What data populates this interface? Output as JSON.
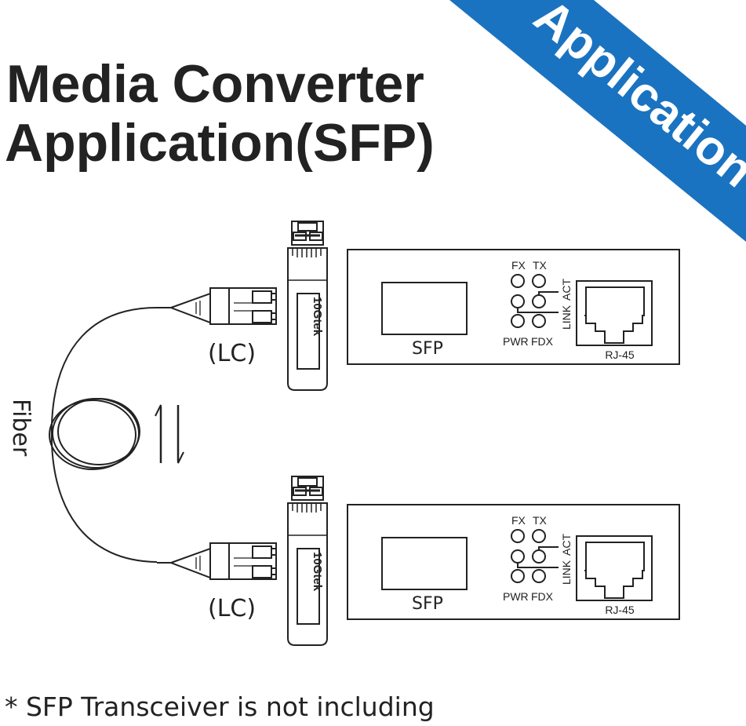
{
  "title": {
    "line1": "Media Converter",
    "line2": "Application",
    "line2_suffix": "(SFP)"
  },
  "banner": {
    "text": "Application",
    "color": "#1a73c0"
  },
  "fiber_label": "Fiber",
  "connector_label": "(LC)",
  "sfp_module": {
    "brand": "10Gtek"
  },
  "converter": {
    "port_label": "SFP",
    "leds": {
      "fx": "FX",
      "tx": "TX",
      "pwr": "PWR",
      "fdx": "FDX",
      "act": "ACT",
      "link": "LINK"
    },
    "rj45_label": "RJ-45"
  },
  "arrows_icon": "bidirectional-arrows-icon",
  "footnote": "* SFP Transceiver is not including"
}
